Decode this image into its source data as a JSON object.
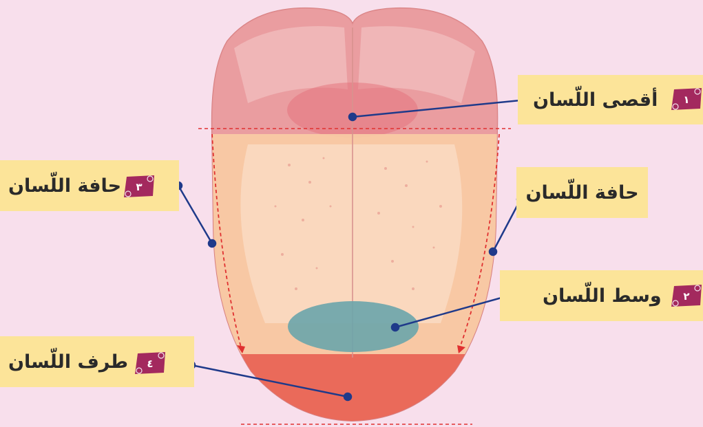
{
  "colors": {
    "background": "#f8dfec",
    "label_box": "#fce499",
    "badge": "#a3295e",
    "leader_line": "#1f3a8a",
    "zone_back": "#e9a0a5",
    "zone_middle": "#f9c7a0",
    "zone_tip": "#ea6a5a",
    "middle_ellipse": "#6aa5ab",
    "dashed_line": "#e03030"
  },
  "labels": {
    "back": {
      "number": "١",
      "text": "أقصى اللّسان"
    },
    "edge_right": {
      "text": "حافة اللّسان"
    },
    "middle": {
      "number": "٢",
      "text": "وسط اللّسان"
    },
    "edge_left": {
      "number": "٣",
      "text": "حافة اللّسان"
    },
    "tip": {
      "number": "٤",
      "text": "طرف اللّسان"
    }
  }
}
